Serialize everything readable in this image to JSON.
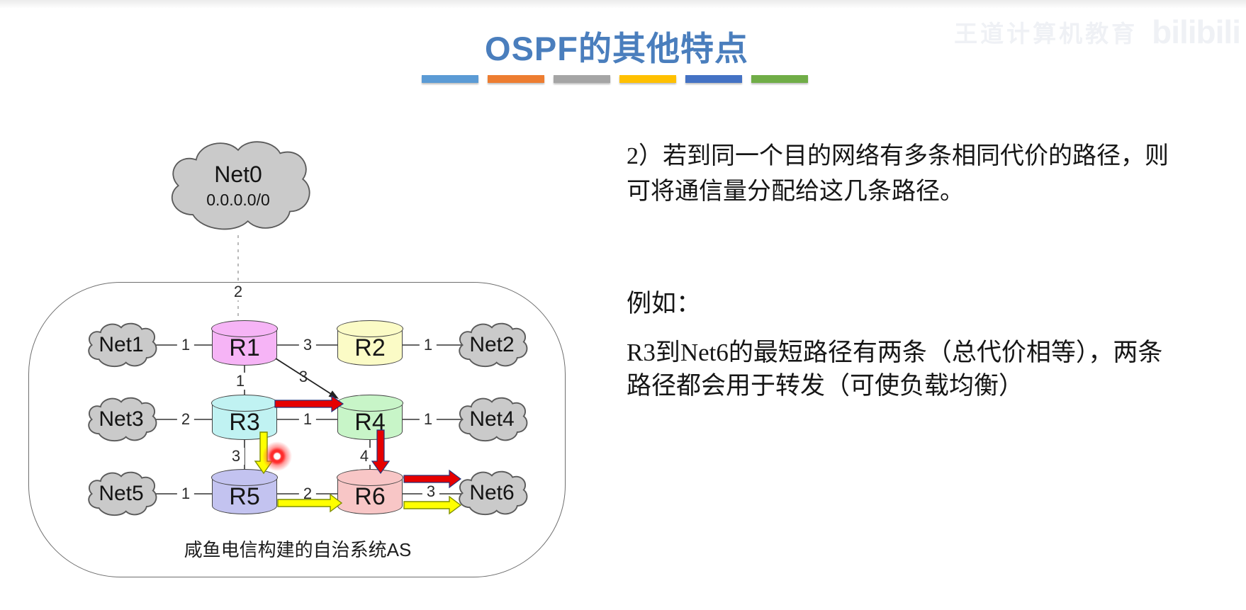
{
  "title": "OSPF的其他特点",
  "accent_bars": [
    "#5B9BD5",
    "#ED7D31",
    "#A5A5A5",
    "#FFC000",
    "#4472C4",
    "#70AD47"
  ],
  "watermark": {
    "brand_cn": "王道计算机教育",
    "brand_logo": "bilibili"
  },
  "right_panel": {
    "point2_line1": "2）若到同一个目的网络有多条相同代价的路径，则",
    "point2_line2": "可将通信量分配给这几条路径。",
    "example_label": "例如：",
    "example_line1": "R3到Net6的最短路径有两条（总代价相等），两条",
    "example_line2": "路径都会用于转发（可使负载均衡）"
  },
  "diagram": {
    "cloud_fill": "#cacaca",
    "as_caption": "咸鱼电信构建的自治系统AS",
    "net0": {
      "label": "Net0",
      "subnet": "0.0.0.0/0"
    },
    "clouds": [
      {
        "label": "Net1"
      },
      {
        "label": "Net2"
      },
      {
        "label": "Net3"
      },
      {
        "label": "Net4"
      },
      {
        "label": "Net5"
      },
      {
        "label": "Net6"
      }
    ],
    "routers": [
      {
        "label": "R1",
        "fill": "#f6b4f6"
      },
      {
        "label": "R2",
        "fill": "#fbfbc6"
      },
      {
        "label": "R3",
        "fill": "#c0f2f2"
      },
      {
        "label": "R4",
        "fill": "#c8f5c8"
      },
      {
        "label": "R5",
        "fill": "#c3c3f0"
      },
      {
        "label": "R6",
        "fill": "#f8c6c6"
      }
    ],
    "costs": {
      "net0_r1": "2",
      "net1_r1": "1",
      "r1_r2": "3",
      "r2_net2": "1",
      "r1_r3": "1",
      "r1_r4": "3",
      "net3_r3": "2",
      "r3_r4": "1",
      "r4_net4": "1",
      "r3_r5": "3",
      "r4_r6": "4",
      "net5_r5": "1",
      "r5_r6": "2",
      "r6_net6": "3"
    },
    "path_colors": {
      "path_a": "#e60000",
      "path_b": "#ffff00"
    }
  }
}
